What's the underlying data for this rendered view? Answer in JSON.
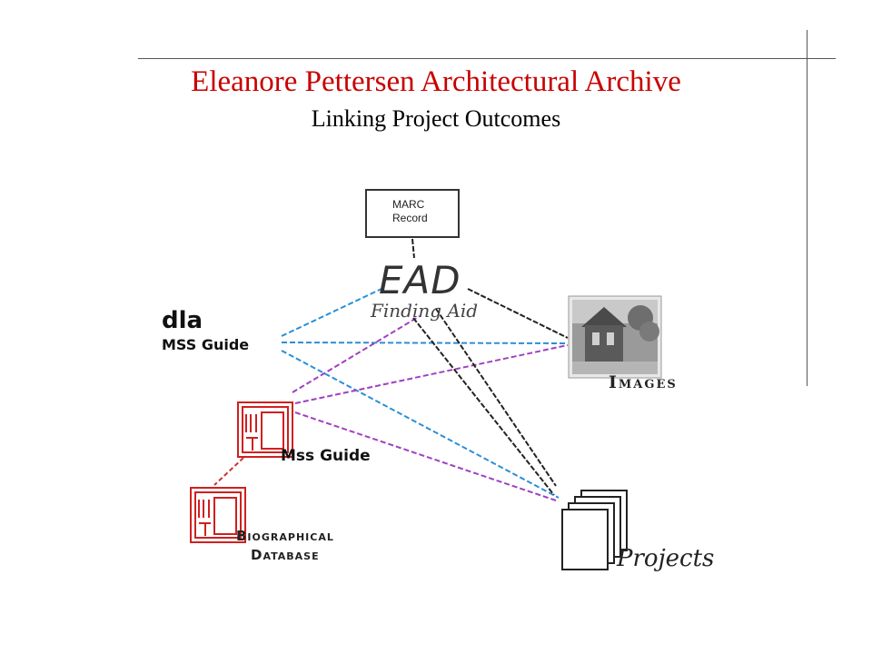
{
  "header": {
    "title": "Eleanore Pettersen Architectural Archive",
    "subtitle": "Linking Project Outcomes"
  },
  "diagram": {
    "nodes": {
      "marc": {
        "line1": "MARC",
        "line2": "Record"
      },
      "ead": {
        "title": "EAD",
        "caption": "Finding Aid"
      },
      "dla": {
        "line1": "dla",
        "line2": "MSS Guide"
      },
      "images": {
        "label": "Images"
      },
      "mss": {
        "label": "Mss Guide"
      },
      "bio": {
        "line1": "Biographical",
        "line2": "Database"
      },
      "projects": {
        "label": "Projects"
      }
    },
    "colors": {
      "title": "#c80000",
      "blue_links": "#2a8fd6",
      "purple_links": "#a040c0",
      "black_links": "#222222",
      "red_links": "#d03030",
      "logo": "#d02020"
    }
  }
}
